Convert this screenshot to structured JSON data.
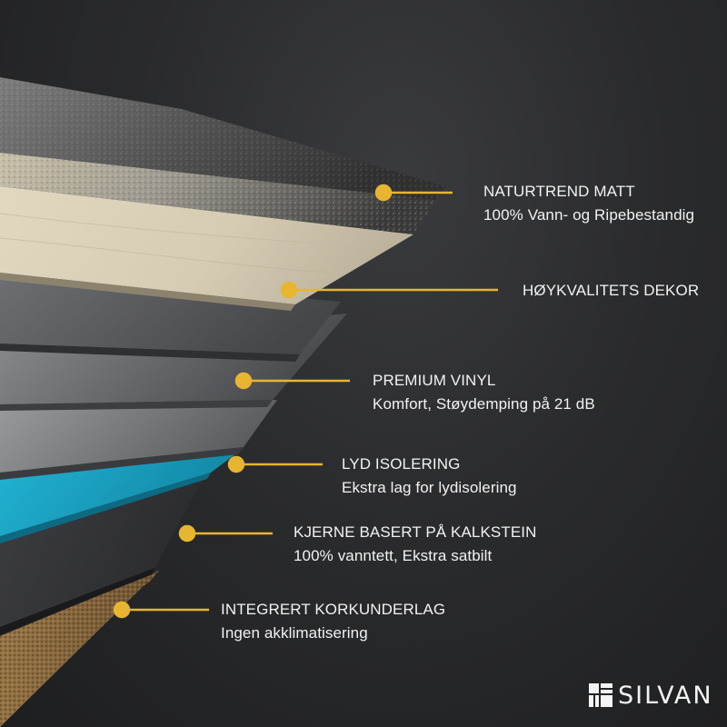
{
  "colors": {
    "accent": "#e8b530",
    "text": "#f2f2f2",
    "background": "#252628",
    "blue_layer": "#1aa6c6",
    "cork_layer": "#8a6a3e",
    "decor_layer": "#d8ceb8"
  },
  "callouts": [
    {
      "id": "naturtrend",
      "title": "NATURTREND MATT",
      "subtitle": "100% Vann- og Ripebestandig"
    },
    {
      "id": "dekor",
      "title": "HØYKVALITETS DEKOR",
      "subtitle": ""
    },
    {
      "id": "vinyl",
      "title": "PREMIUM VINYL",
      "subtitle": "Komfort, Støydemping på 21 dB"
    },
    {
      "id": "lyd",
      "title": "LYD ISOLERING",
      "subtitle": "Ekstra lag for lydisolering"
    },
    {
      "id": "kjerne",
      "title": "KJERNE BASERT PÅ KALKSTEIN",
      "subtitle": "100% vanntett, Ekstra satbilt"
    },
    {
      "id": "kork",
      "title": "INTEGRERT KORKUNDERLAG",
      "subtitle": "Ingen akklimatisering"
    }
  ],
  "logo": {
    "icon": "silvan-logo-icon",
    "text": "SILVAN"
  }
}
